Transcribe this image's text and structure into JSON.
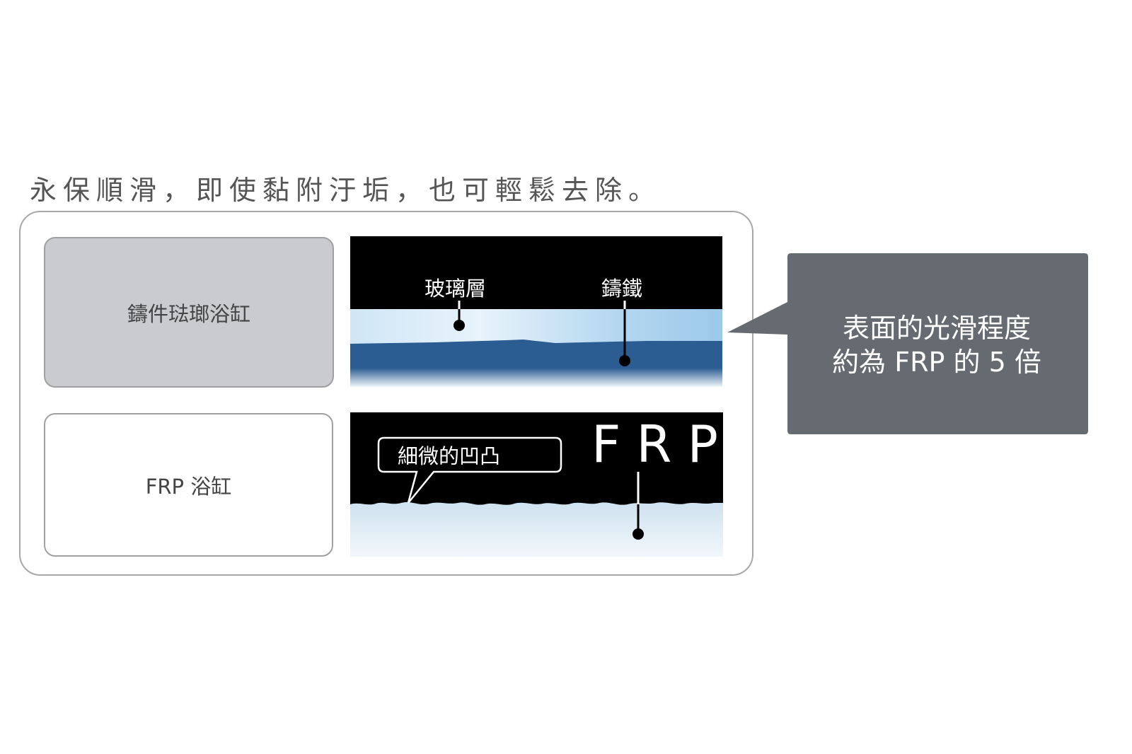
{
  "headline": "永保順滑，即使黏附汙垢，也可輕鬆去除。",
  "cast_iron_row": {
    "label": "鑄件琺瑯浴缸",
    "annotations": {
      "glass_layer": "玻璃層",
      "cast_iron": "鑄鐵"
    }
  },
  "frp_row": {
    "label": "FRP 浴缸",
    "annotations": {
      "bumps": "細微的凹凸",
      "material": "FRP"
    }
  },
  "callout": {
    "line1": "表面的光滑程度",
    "line2": "約為 FRP 的 5 倍"
  },
  "colors": {
    "panel_background": "#000000",
    "glass_layer": "#9cc9ea",
    "cast_iron_layer": "#2b5d93",
    "frp_surface": "#dceaf4",
    "callout_box": "#656b70",
    "label_card_highlight": "#c9cbce"
  }
}
